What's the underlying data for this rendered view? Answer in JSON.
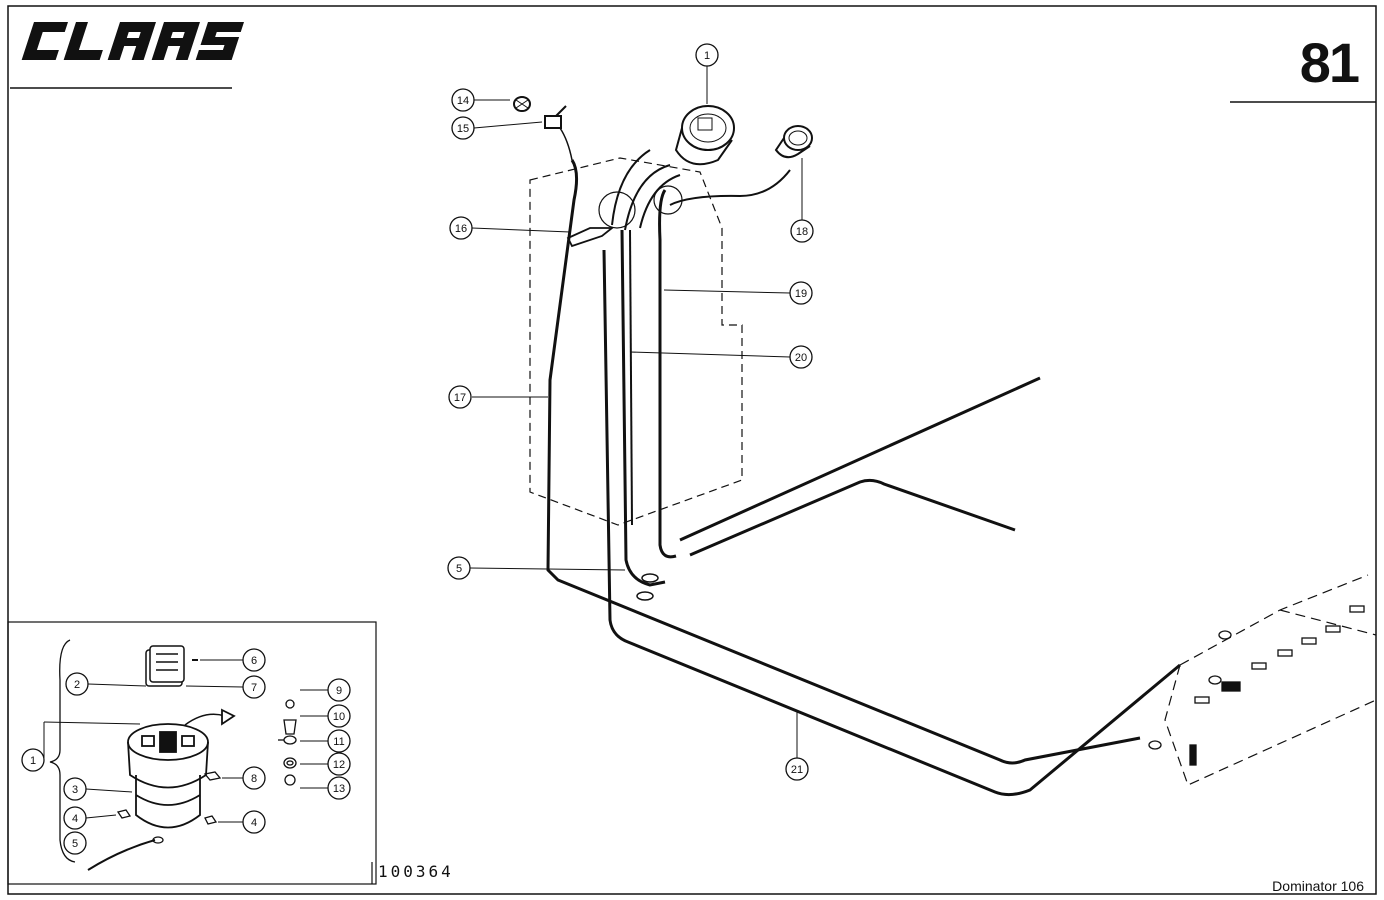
{
  "header": {
    "brand": "CLAAS",
    "page_number": "81"
  },
  "footer": {
    "document_number": "100364",
    "model": "Dominator 106"
  },
  "main_diagram": {
    "callouts": [
      "1",
      "14",
      "15",
      "16",
      "17",
      "18",
      "19",
      "20",
      "5",
      "21"
    ]
  },
  "inset_diagram": {
    "callouts": [
      "6",
      "2",
      "7",
      "9",
      "10",
      "1",
      "11",
      "12",
      "3",
      "8",
      "13",
      "4",
      "4",
      "5"
    ]
  },
  "colors": {
    "ink": "#111111",
    "paper": "#ffffff"
  }
}
